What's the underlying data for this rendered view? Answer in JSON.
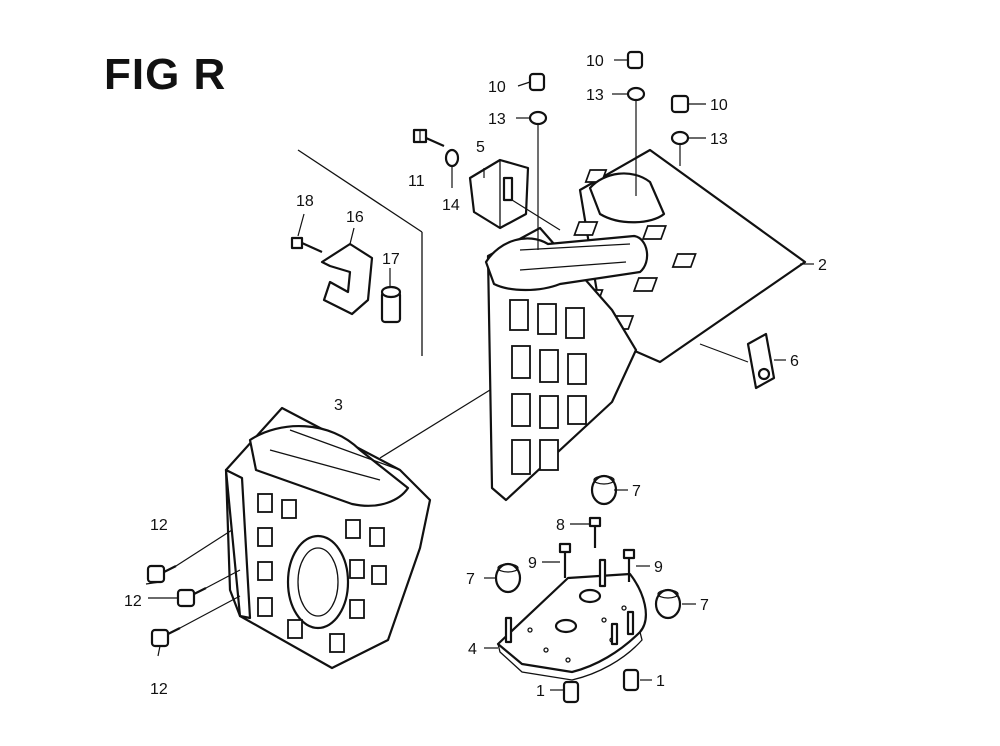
{
  "figure": {
    "title": "FIG R"
  },
  "callouts": {
    "c1a": "1",
    "c1b": "1",
    "c2": "2",
    "c3": "3",
    "c4": "4",
    "c5": "5",
    "c6": "6",
    "c7a": "7",
    "c7b": "7",
    "c7c": "7",
    "c8": "8",
    "c9a": "9",
    "c9b": "9",
    "c10a": "10",
    "c10b": "10",
    "c10c": "10",
    "c11": "11",
    "c12a": "12",
    "c12b": "12",
    "c12c": "12",
    "c13a": "13",
    "c13b": "13",
    "c13c": "13",
    "c14": "14",
    "c16": "16",
    "c17": "17",
    "c18": "18"
  }
}
